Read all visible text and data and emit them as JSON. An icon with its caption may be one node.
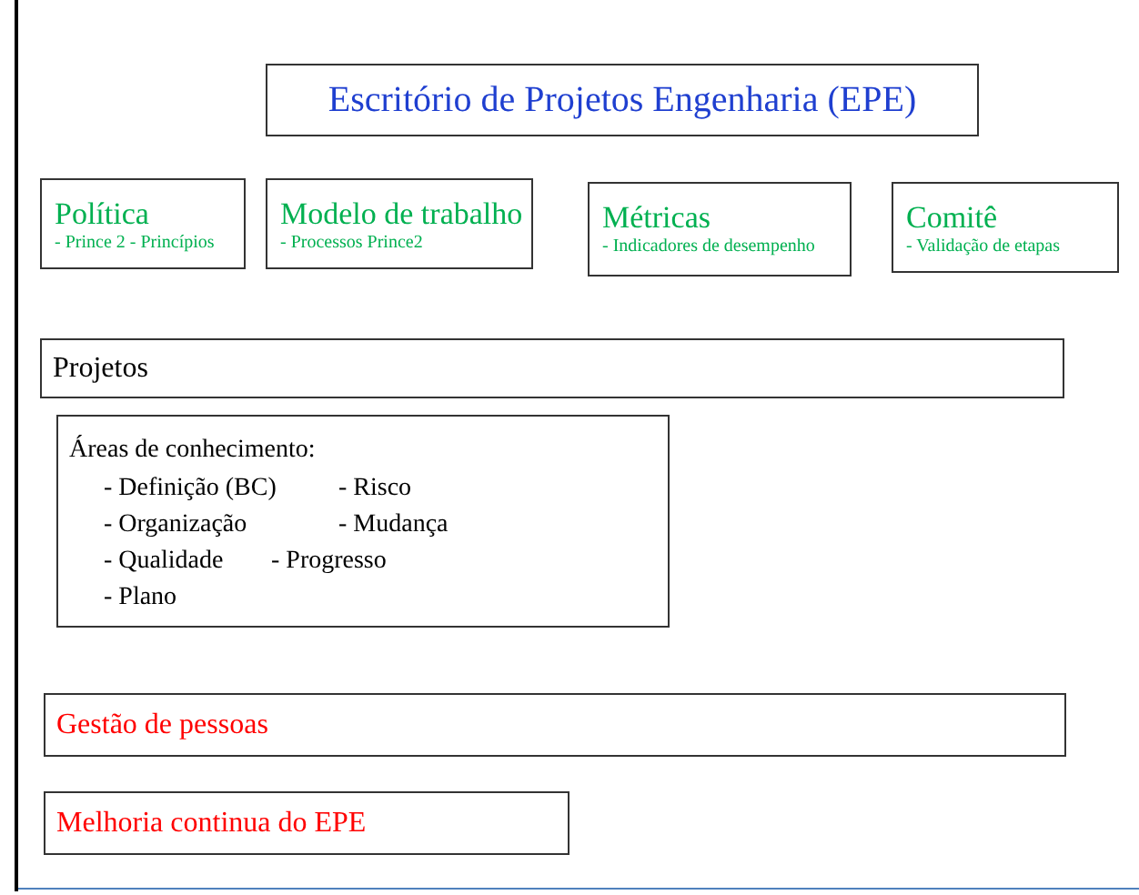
{
  "diagram": {
    "nodes": [
      {
        "text": [
          "Escritório de Projetos Engenharia (EPE)"
        ]
      },
      {
        "text": [
          "Política",
          "- Prince 2 - Princípios"
        ]
      },
      {
        "text": [
          "Modelo de trabalho",
          "- Processos Prince2"
        ]
      },
      {
        "text": [
          "Métricas",
          "- Indicadores de desempenho"
        ]
      },
      {
        "text": [
          "Comitê",
          "- Validação de etapas"
        ]
      },
      {
        "text": [
          "Projetos"
        ]
      },
      {
        "text": [
          "Áreas de conhecimento:",
          "- Definição (BC)",
          "- Risco",
          "- Organização",
          "- Mudança",
          "- Qualidade",
          "- Progresso",
          "- Plano"
        ]
      },
      {
        "text": [
          "Gestão de pessoas"
        ]
      },
      {
        "text": [
          "Melhoria continua do EPE"
        ]
      }
    ]
  }
}
